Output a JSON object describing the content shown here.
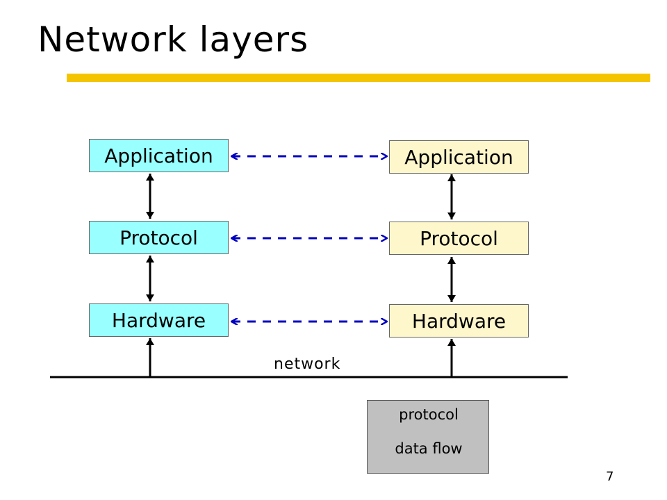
{
  "slide": {
    "title": "Network layers",
    "accent_color": "#f5c400",
    "page_number": "7"
  },
  "left_stack": {
    "fill": "#99ffff",
    "layers": [
      "Application",
      "Protocol",
      "Hardware"
    ]
  },
  "right_stack": {
    "fill": "#fff7cc",
    "layers": [
      "Application",
      "Protocol",
      "Hardware"
    ]
  },
  "network": {
    "label": "network"
  },
  "legend": {
    "fill": "#c0c0c0",
    "protocol_label": "protocol",
    "data_flow_label": "data flow"
  },
  "colors": {
    "protocol_arrow": "#0000c0",
    "data_arrow": "#000000"
  }
}
